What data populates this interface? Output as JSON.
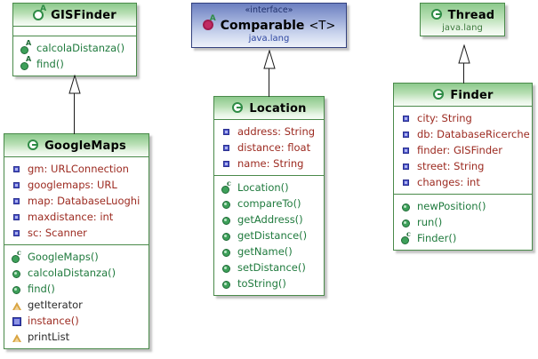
{
  "diagram": {
    "title": "UML class diagram",
    "colors": {
      "class_border": "#4a8a4a",
      "class_header_green": "#b9e0b5",
      "interface_border": "#33417e",
      "interface_header_blue": "#9aaad8",
      "attribute_text": "#9c2a20",
      "method_text": "#1f7a3d",
      "package_text": "#3b7a3b",
      "background": "#ffffff"
    },
    "classes": [
      {
        "id": "gisfinder",
        "name": "GISFinder",
        "kind": "abstract-class",
        "icon": "abstract-class-icon",
        "package": "",
        "stereotype": "",
        "attributes": [],
        "methods": [
          {
            "label": "calcolaDistanza()",
            "icon": "abstract-method-icon",
            "visibility": "abstract"
          },
          {
            "label": "find()",
            "icon": "abstract-method-icon",
            "visibility": "abstract"
          }
        ]
      },
      {
        "id": "googlemaps",
        "name": "GoogleMaps",
        "kind": "class",
        "icon": "class-icon",
        "package": "",
        "stereotype": "",
        "attributes": [
          {
            "label": "gm: URLConnection",
            "icon": "private-attribute-icon",
            "visibility": "private"
          },
          {
            "label": "googlemaps: URL",
            "icon": "private-attribute-icon",
            "visibility": "private"
          },
          {
            "label": "map: DatabaseLuoghi",
            "icon": "private-attribute-icon",
            "visibility": "private"
          },
          {
            "label": "maxdistance: int",
            "icon": "private-attribute-icon",
            "visibility": "private"
          },
          {
            "label": "sc: Scanner",
            "icon": "private-attribute-icon",
            "visibility": "private"
          }
        ],
        "methods": [
          {
            "label": "GoogleMaps()",
            "icon": "constructor-icon",
            "visibility": "constructor"
          },
          {
            "label": "calcolaDistanza()",
            "icon": "public-method-icon",
            "visibility": "public"
          },
          {
            "label": "find()",
            "icon": "public-method-icon",
            "visibility": "public"
          },
          {
            "label": "getIterator",
            "icon": "package-method-icon",
            "visibility": "package"
          },
          {
            "label": "instance()",
            "icon": "private-method-icon",
            "visibility": "private"
          },
          {
            "label": "printList",
            "icon": "package-method-icon",
            "visibility": "package"
          }
        ]
      },
      {
        "id": "comparable",
        "name": "Comparable",
        "type_parameter": "<T>",
        "kind": "interface",
        "icon": "interface-icon",
        "stereotype": "«interface»",
        "package": "java.lang",
        "attributes": [],
        "methods": []
      },
      {
        "id": "location",
        "name": "Location",
        "kind": "class",
        "icon": "class-icon",
        "package": "",
        "stereotype": "",
        "attributes": [
          {
            "label": "address: String",
            "icon": "private-attribute-icon",
            "visibility": "private"
          },
          {
            "label": "distance: float",
            "icon": "private-attribute-icon",
            "visibility": "private"
          },
          {
            "label": "name: String",
            "icon": "private-attribute-icon",
            "visibility": "private"
          }
        ],
        "methods": [
          {
            "label": "Location()",
            "icon": "constructor-icon",
            "visibility": "constructor"
          },
          {
            "label": "compareTo()",
            "icon": "public-method-icon",
            "visibility": "public"
          },
          {
            "label": "getAddress()",
            "icon": "public-method-icon",
            "visibility": "public"
          },
          {
            "label": "getDistance()",
            "icon": "public-method-icon",
            "visibility": "public"
          },
          {
            "label": "getName()",
            "icon": "public-method-icon",
            "visibility": "public"
          },
          {
            "label": "setDistance()",
            "icon": "public-method-icon",
            "visibility": "public"
          },
          {
            "label": "toString()",
            "icon": "public-method-icon",
            "visibility": "public"
          }
        ]
      },
      {
        "id": "thread",
        "name": "Thread",
        "kind": "class",
        "icon": "class-icon",
        "package": "java.lang",
        "stereotype": "",
        "attributes": [],
        "methods": []
      },
      {
        "id": "finder",
        "name": "Finder",
        "kind": "class",
        "icon": "class-icon",
        "package": "",
        "stereotype": "",
        "attributes": [
          {
            "label": "city: String",
            "icon": "private-attribute-icon",
            "visibility": "private"
          },
          {
            "label": "db: DatabaseRicerche",
            "icon": "private-attribute-icon",
            "visibility": "private"
          },
          {
            "label": "finder: GISFinder",
            "icon": "private-attribute-icon",
            "visibility": "private"
          },
          {
            "label": "street: String",
            "icon": "private-attribute-icon",
            "visibility": "private"
          },
          {
            "label": "changes: int",
            "icon": "private-attribute-icon",
            "visibility": "private"
          }
        ],
        "methods": [
          {
            "label": "newPosition()",
            "icon": "public-method-icon",
            "visibility": "public"
          },
          {
            "label": "run()",
            "icon": "public-method-icon",
            "visibility": "public"
          },
          {
            "label": "Finder()",
            "icon": "constructor-icon",
            "visibility": "constructor"
          }
        ]
      }
    ],
    "relations": [
      {
        "type": "generalization",
        "from": "googlemaps",
        "to": "gisfinder",
        "arrow": "hollow-triangle"
      },
      {
        "type": "realization",
        "from": "location",
        "to": "comparable",
        "arrow": "hollow-triangle"
      },
      {
        "type": "generalization",
        "from": "finder",
        "to": "thread",
        "arrow": "hollow-triangle"
      }
    ]
  }
}
